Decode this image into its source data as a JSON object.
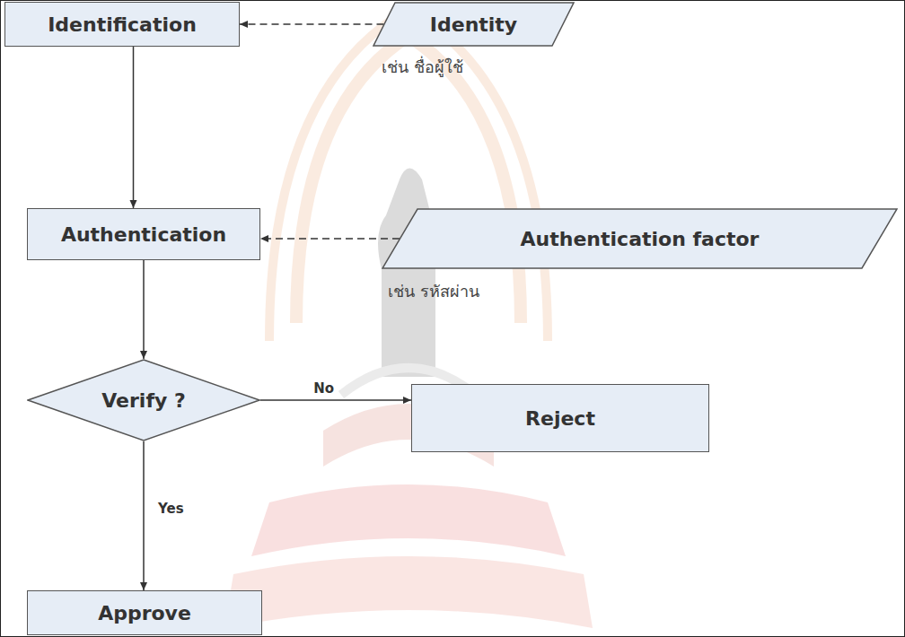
{
  "diagram": {
    "nodes": [
      {
        "text": [
          "Identification"
        ]
      },
      {
        "text": [
          "Identity"
        ]
      },
      {
        "text": [
          "Authentication"
        ]
      },
      {
        "text": [
          "Authentication factor"
        ]
      },
      {
        "text": [
          "Verify ?"
        ]
      },
      {
        "text": [
          "Reject"
        ]
      },
      {
        "text": [
          "Approve"
        ]
      }
    ],
    "edges": [
      {
        "from": 1,
        "to": 0,
        "arrow": "to"
      },
      {
        "from": 0,
        "to": 2,
        "arrow": "to"
      },
      {
        "from": 3,
        "to": 2,
        "arrow": "to"
      },
      {
        "from": 2,
        "to": 4,
        "arrow": "to"
      },
      {
        "from": 4,
        "to": 5,
        "label": "No",
        "arrow": "to"
      },
      {
        "from": 4,
        "to": 6,
        "label": "Yes",
        "arrow": "to"
      }
    ],
    "labels": [
      "เช่น ชื่อผู้ใช้",
      "เช่น รหัสผ่าน"
    ]
  }
}
